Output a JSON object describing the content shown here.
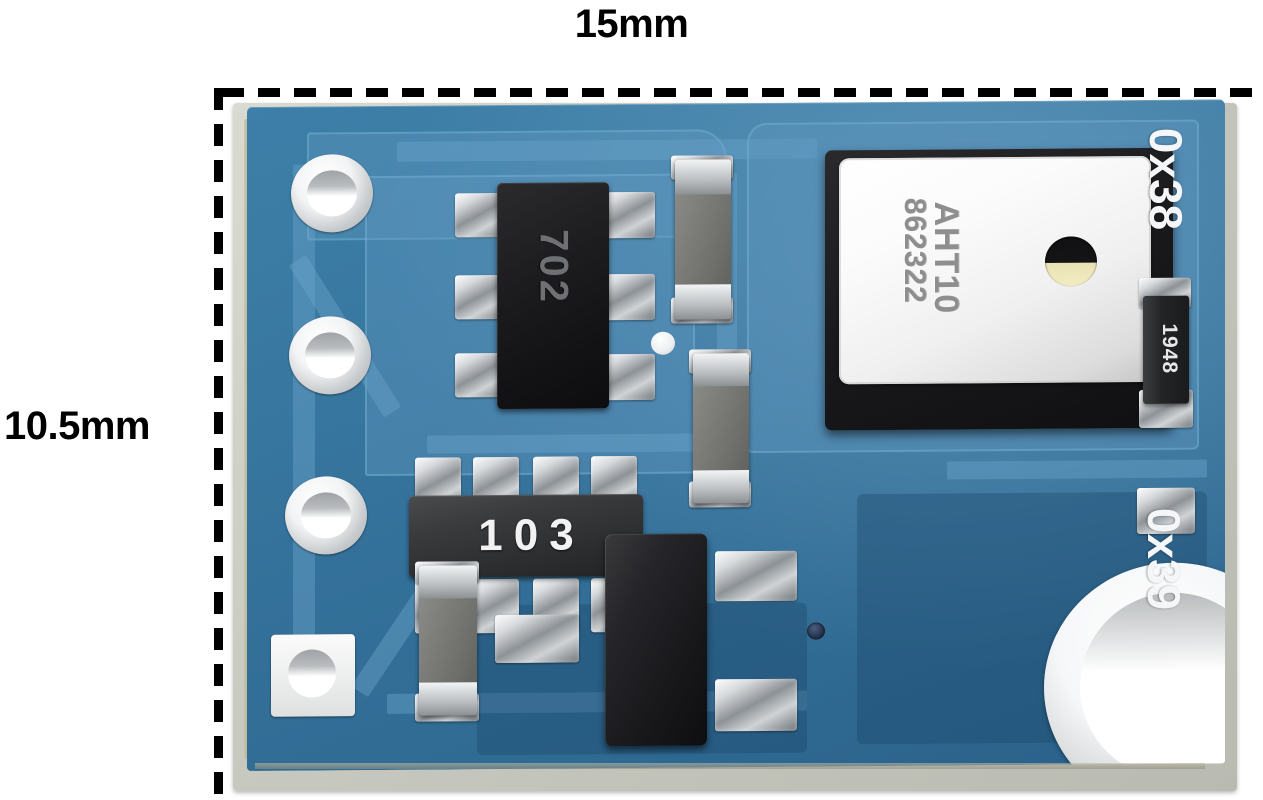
{
  "figure": {
    "type": "product-photo-with-dimensions",
    "subject": "AHT10 temperature and humidity sensor breakout board (PCB, top view)",
    "background_color": "#ffffff"
  },
  "dimensions": {
    "top_label": "15mm",
    "left_label": "10.5mm",
    "guide_style": "dashed",
    "guide_color": "#000000"
  },
  "board": {
    "solder_mask_color": "#34719a",
    "substrate_color": "#c7c9c0",
    "silkscreen_color": "#f4f6f7",
    "silkscreen": [
      {
        "name": "i2c-address-alt",
        "text": "0x38"
      },
      {
        "name": "i2c-address-default",
        "text": "0x39"
      }
    ],
    "header_pads": [
      {
        "name": "pad-1",
        "shape": "round"
      },
      {
        "name": "pad-2",
        "shape": "round"
      },
      {
        "name": "pad-3",
        "shape": "round"
      },
      {
        "name": "pad-4",
        "shape": "square"
      }
    ],
    "mounting_hole": {
      "name": "mounting-hole",
      "shape": "round-plated"
    }
  },
  "components": {
    "sensor": {
      "label": "AHT10",
      "lot_code": "862322",
      "package": "white-ceramic-module",
      "cap_color": "#f5f5f5",
      "body_color": "#19191b"
    },
    "regulator": {
      "marking": "702",
      "package": "SOT-23-6",
      "body_color": "#1d1d1f"
    },
    "resistor_array": {
      "marking": "103",
      "package": "resistor-network-8pin",
      "body_color": "#3a3b3d",
      "text_color": "#f2f2f2"
    },
    "chip_resistor": {
      "marking": "1948",
      "package": "chip-0603",
      "body_color": "#232426"
    },
    "transistor": {
      "marking": "",
      "package": "SOT-23",
      "body_color": "#17171a"
    },
    "capacitors": [
      {
        "name": "capacitor-c1",
        "package": "ceramic-chip",
        "body_color": "#7e7e7b"
      },
      {
        "name": "capacitor-c2",
        "package": "ceramic-chip",
        "body_color": "#7e7e7b"
      },
      {
        "name": "capacitor-c3",
        "package": "ceramic-chip",
        "body_color": "#7e7e7b"
      }
    ]
  }
}
